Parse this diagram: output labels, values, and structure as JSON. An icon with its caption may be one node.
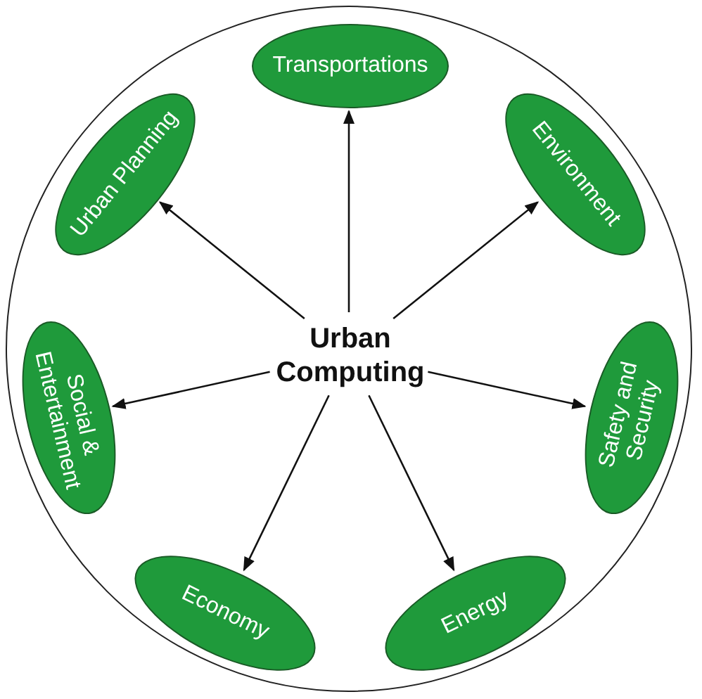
{
  "diagram": {
    "nodes": [
      {
        "text": [],
        "shape": "circle"
      },
      {
        "text": [
          "Urban Computing"
        ],
        "in": 0
      },
      {
        "text": [
          "Transportations"
        ],
        "in": 0
      },
      {
        "text": [
          "Environment"
        ],
        "in": 0
      },
      {
        "text": [
          "Safety and Security"
        ],
        "in": 0
      },
      {
        "text": [
          "Energy"
        ],
        "in": 0
      },
      {
        "text": [
          "Economy"
        ],
        "in": 0
      },
      {
        "text": [
          "Social & Entertainment"
        ],
        "in": 0
      },
      {
        "text": [
          "Urban Planning"
        ],
        "in": 0
      }
    ],
    "edges": [
      {
        "from": 1,
        "to": 2,
        "arrow": "to"
      },
      {
        "from": 1,
        "to": 3,
        "arrow": "to"
      },
      {
        "from": 1,
        "to": 4,
        "arrow": "to"
      },
      {
        "from": 1,
        "to": 5,
        "arrow": "to"
      },
      {
        "from": 1,
        "to": 6,
        "arrow": "to"
      },
      {
        "from": 1,
        "to": 7,
        "arrow": "to"
      },
      {
        "from": 1,
        "to": 8,
        "arrow": "to"
      }
    ]
  }
}
